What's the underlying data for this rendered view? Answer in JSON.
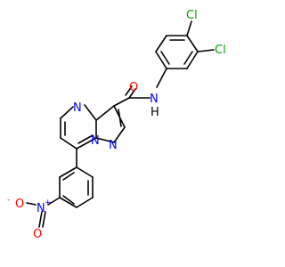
{
  "molecule": {
    "atoms": {
      "cl_top": "Cl",
      "cl_right": "Cl",
      "amide_n": "N",
      "amide_h": "H",
      "carbonyl_o": "O",
      "ring_n_top": "N",
      "ring_n_mid": "N",
      "ring_n_bottom": "N",
      "nitro_n": "N",
      "nitro_plus": "+",
      "nitro_o_left": "O",
      "nitro_o_minus": "-",
      "nitro_o_bottom": "O"
    },
    "colors": {
      "carbon_bond": "#000000",
      "chlorine": "#00a000",
      "nitrogen": "#0000ff",
      "oxygen": "#ff0000",
      "hydrogen": "#000000"
    }
  }
}
